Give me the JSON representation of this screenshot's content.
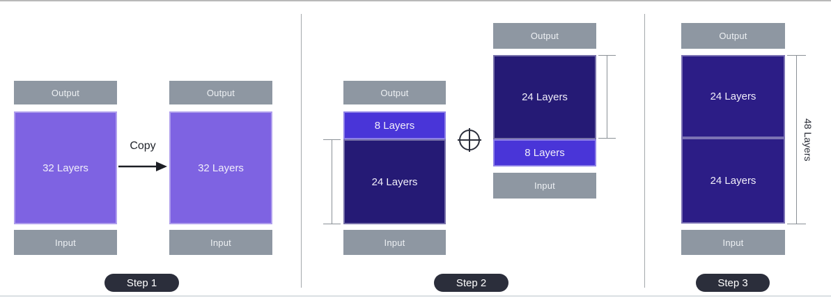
{
  "steps": [
    {
      "badge": "Step 1",
      "arrow_label": "Copy",
      "models": [
        {
          "output_label": "Output",
          "input_label": "Input",
          "blocks": [
            {
              "label": "32 Layers",
              "color": "#7e63e2"
            }
          ]
        },
        {
          "output_label": "Output",
          "input_label": "Input",
          "blocks": [
            {
              "label": "32 Layers",
              "color": "#7e63e2"
            }
          ]
        }
      ]
    },
    {
      "badge": "Step 2",
      "operator_icon": "circled-plus",
      "models": [
        {
          "output_label": "Output",
          "input_label": "Input",
          "blocks": [
            {
              "label": "8 Layers",
              "color": "#4935d8"
            },
            {
              "label": "24 Layers",
              "color": "#251a75"
            }
          ]
        },
        {
          "output_label": "Output",
          "input_label": "Input",
          "blocks": [
            {
              "label": "24 Layers",
              "color": "#251a75"
            },
            {
              "label": "8 Layers",
              "color": "#4935d8"
            }
          ]
        }
      ]
    },
    {
      "badge": "Step 3",
      "bracket_label": "48 Layers",
      "models": [
        {
          "output_label": "Output",
          "input_label": "Input",
          "blocks": [
            {
              "label": "24 Layers",
              "color": "#2c1d86"
            },
            {
              "label": "24 Layers",
              "color": "#2c1d86"
            }
          ]
        }
      ]
    }
  ],
  "colors": {
    "bar_gray": "#8e97a2",
    "purple_block": "#7e63e2",
    "indigo_block": "#4935d8",
    "navy_block": "#251a75",
    "navy_block_merged": "#2c1d86",
    "badge_background": "#2b2e3b",
    "annotation_text": "#2b2e38",
    "bar_text": "#eef1f4",
    "block_text": "#f1effa",
    "divider_gray": "#a3a7ab",
    "arrow_black": "#1c1e24"
  }
}
